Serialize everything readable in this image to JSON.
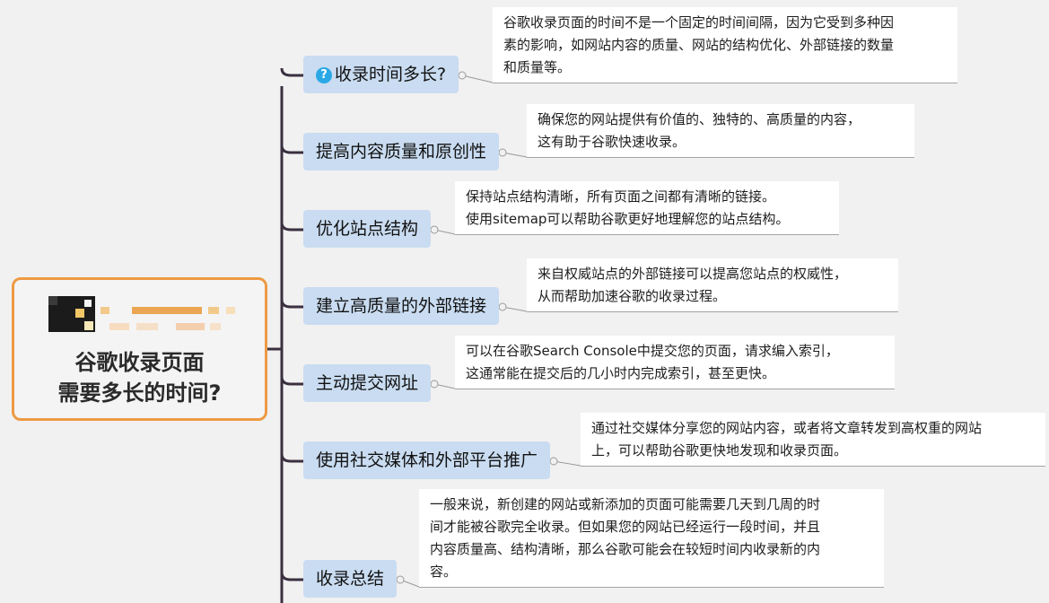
{
  "root": {
    "title_line1": "谷歌收录页面",
    "title_line2": "需要多长的时间?"
  },
  "colors": {
    "root_border": "#ed9a43",
    "topic_bg": "#c9dcf1",
    "connector": "#3a3040",
    "question_icon": "#2aa8e6"
  },
  "topics": [
    {
      "label": "收录时间多长?",
      "icon": "question-icon",
      "note": [
        "谷歌收录页面的时间不是一个固定的时间间隔，因为它受到多种因",
        "素的影响，如网站内容的质量、网站的结构优化、外部链接的数量",
        "和质量等。"
      ]
    },
    {
      "label": "提高内容质量和原创性",
      "note": [
        "确保您的网站提供有价值的、独特的、高质量的内容，",
        "这有助于谷歌快速收录。"
      ]
    },
    {
      "label": "优化站点结构",
      "note": [
        "保持站点结构清晰，所有页面之间都有清晰的链接。",
        "使用sitemap可以帮助谷歌更好地理解您的站点结构。"
      ]
    },
    {
      "label": "建立高质量的外部链接",
      "note": [
        "来自权威站点的外部链接可以提高您站点的权威性，",
        "从而帮助加速谷歌的收录过程。"
      ]
    },
    {
      "label": "主动提交网址",
      "note": [
        "可以在谷歌Search Console中提交您的页面，请求编入索引，",
        "这通常能在提交后的几小时内完成索引，甚至更快。"
      ]
    },
    {
      "label": "使用社交媒体和外部平台推广",
      "note": [
        "通过社交媒体分享您的网站内容，或者将文章转发到高权重的网站",
        "上，可以帮助谷歌更快地发现和收录页面。"
      ]
    },
    {
      "label": "收录总结",
      "note": [
        "一般来说，新创建的网站或新添加的页面可能需要几天到几周的时",
        "间才能被谷歌完全收录。但如果您的网站已经运行一段时间，并且",
        "内容质量高、结构清晰，那么谷歌可能会在较短时间内收录新的内",
        "容。"
      ]
    }
  ]
}
